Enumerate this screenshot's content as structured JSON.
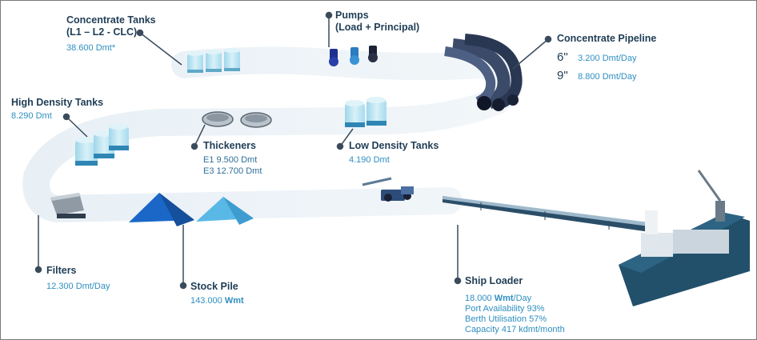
{
  "labels": {
    "concentrate_tanks": {
      "title_line1": "Concentrate Tanks",
      "title_line2": "(L1 – L2 - CLC)",
      "value": "38.600 Dmt*"
    },
    "pumps": {
      "title_line1": "Pumps",
      "title_line2": "(Load + Principal)"
    },
    "concentrate_pipeline": {
      "title": "Concentrate Pipeline",
      "rows": [
        {
          "size": "6\"",
          "value": "3.200 Dmt/Day"
        },
        {
          "size": "9\"",
          "value": "8.800 Dmt/Day"
        }
      ]
    },
    "high_density_tanks": {
      "title": "High Density Tanks",
      "value": "8.290 Dmt"
    },
    "thickeners": {
      "title": "Thickeners",
      "value_line1": "E1 9.500 Dmt",
      "value_line2": "E3 12.700 Dmt"
    },
    "low_density_tanks": {
      "title": "Low Density Tanks",
      "value": "4.190 Dmt"
    },
    "filters": {
      "title": "Filters",
      "value": "12.300 Dmt/Day"
    },
    "stock_pile": {
      "title": "Stock Pile",
      "value_number": "143.000",
      "value_unit": "Wmt"
    },
    "ship_loader": {
      "title": "Ship Loader",
      "rate_number": "18.000",
      "rate_unit_bold": "Wmt",
      "rate_unit_rest": "/Day",
      "port_availability": "Port Availability 93%",
      "berth_utilisation": "Berth Utilisation 57%",
      "capacity": "Capacity 417 kdmt/month"
    }
  },
  "colors": {
    "title": "#1f3d55",
    "value": "#2f8fc0",
    "tank": "#bfe6f2",
    "pile_dark": "#1b67c8",
    "pile_light": "#5ab8e6",
    "ship_hull": "#22506b"
  }
}
